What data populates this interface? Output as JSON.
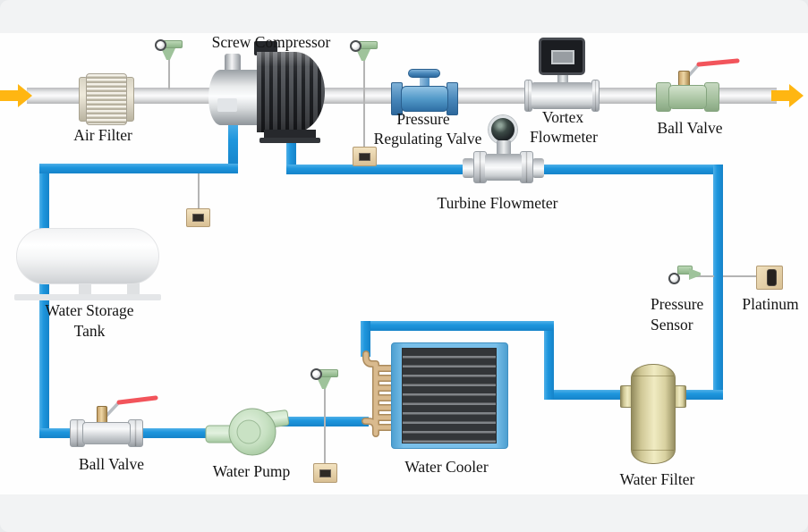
{
  "diagram": {
    "type": "process-flow-schematic",
    "subject": "screw compressor water-cooling circuit"
  },
  "labels": {
    "air_filter": "Air Filter",
    "screw_compressor": "Screw Compressor",
    "prv": [
      "Pressure",
      "Regulating Valve"
    ],
    "vortex": [
      "Vortex",
      "Flowmeter"
    ],
    "ball_valve_top": "Ball Valve",
    "turbine": "Turbine Flowmeter",
    "tank": [
      "Water Storage",
      "Tank"
    ],
    "pressure_sensor": [
      "Pressure",
      "Sensor"
    ],
    "platinum": "Platinum",
    "ball_valve_bottom": "Ball Valve",
    "water_pump": "Water Pump",
    "water_cooler": "Water Cooler",
    "water_filter": "Water Filter"
  },
  "icons": {
    "flow_in_arrow": "right-arrow",
    "flow_out_arrow": "right-arrow",
    "valve_handle": "red-lever",
    "gauge": "dial-gauge"
  },
  "colors": {
    "water_pipe_blue": "#1e96dd",
    "air_pipe_gray": "#e3e4e6",
    "flow_arrow_yellow": "#ffb612",
    "valve_body_green": "#aec7a9",
    "valve_handle_red": "#f2545b",
    "regulating_valve_blue": "#4a8cc0",
    "sensor_green": "#9fc39b",
    "instrument_box_tan": "#ecd9b0",
    "cooler_frame_blue": "#79bfe9",
    "coil_copper": "#d9ba8e",
    "filter_khaki": "#d8d1a0",
    "label_text": "#141414"
  }
}
